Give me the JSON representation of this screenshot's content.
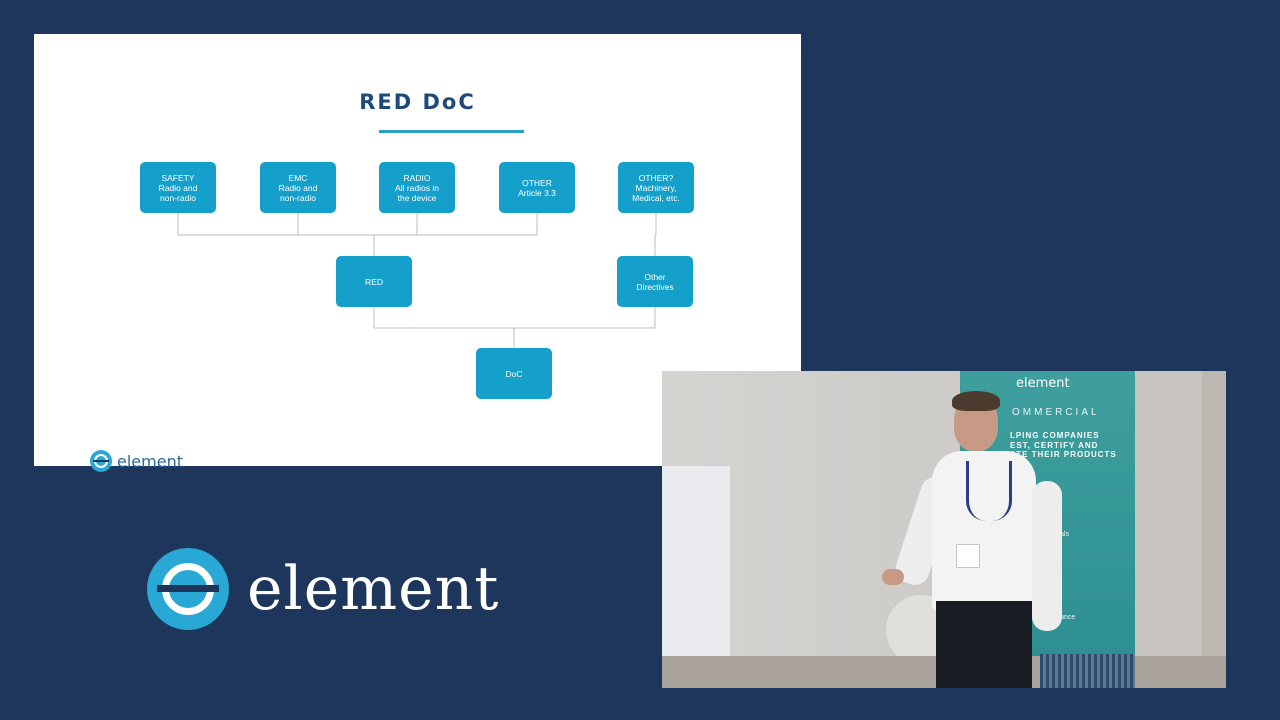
{
  "slide": {
    "title": "RED DoC",
    "logo_text": "element",
    "nodes": [
      {
        "id": "safety",
        "label": "SAFETY\nRadio and\nnon-radio"
      },
      {
        "id": "emc",
        "label": "EMC\nRadio and\nnon-radio"
      },
      {
        "id": "radio",
        "label": "RADIO\nAll radios in\nthe device"
      },
      {
        "id": "other",
        "label": "OTHER\nArticle 3.3"
      },
      {
        "id": "other-q",
        "label": "OTHER?\nMachinery,\nMedical, etc."
      },
      {
        "id": "red",
        "label": "RED"
      },
      {
        "id": "other-directives",
        "label": "Other\nDirectives"
      },
      {
        "id": "doc",
        "label": "DoC"
      }
    ],
    "edges": [
      [
        "safety",
        "red"
      ],
      [
        "emc",
        "red"
      ],
      [
        "radio",
        "red"
      ],
      [
        "other",
        "red"
      ],
      [
        "other-q",
        "other-directives"
      ],
      [
        "red",
        "doc"
      ],
      [
        "other-directives",
        "doc"
      ]
    ]
  },
  "brand": {
    "logo_text": "element"
  },
  "video": {
    "banner_logo_text": "element",
    "banner_heading": "OMMERCIAL",
    "banner_lines": "LPING COMPANIES\nEST, CERTIFY AND\nATE THEIR PRODUCTS",
    "banner_fragment_1": "als",
    "banner_fragment_2": "strategy guidance"
  },
  "colors": {
    "background": "#1e355c",
    "node": "#159fcb",
    "title": "#1d4a78",
    "accent": "#2a9fc6"
  }
}
